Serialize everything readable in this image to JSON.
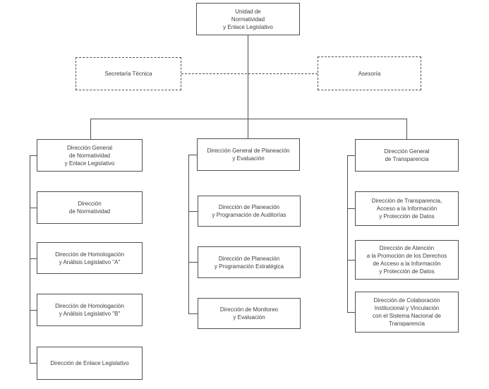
{
  "org": {
    "root": {
      "label": "Unidad de\nNormatividad\ny Enlace Legislativo"
    },
    "advisors": [
      {
        "label": "Secretaría Técnica"
      },
      {
        "label": "Asesoría"
      }
    ],
    "columns": [
      {
        "head": "Dirección General\nde Normatividad\ny Enlace Legislativo",
        "children": [
          "Dirección\nde Normatividad",
          "Dirección de Homologación\ny Análisis Legislativo \"A\"",
          "Dirección de Homologación\ny Análisis Legislativo \"B\"",
          "Dirección de Enlace Legislativo"
        ]
      },
      {
        "head": "Dirección General de Planeación\ny Evaluación",
        "children": [
          "Dirección de Planeación\ny Programación de Auditorías",
          "Dirección de Planeación\ny Programación Estratégica",
          "Dirección de Monitoreo\ny Evaluación"
        ]
      },
      {
        "head": "Dirección General\nde Transparencia",
        "children": [
          "Dirección de Transparencia,\nAcceso a la Información\ny Protección de Datos",
          "Dirección de Atención\na la Promoción de los Derechos\nde Acceso a la Información\ny Protección de Datos",
          "Dirección de Colaboración\nInstitucional y Vinculación\ncon el Sistema Nacional de\nTransparencia"
        ]
      }
    ]
  },
  "colors": {
    "line": "#4f4f55",
    "text": "#3c3c46",
    "background": "#ffffff"
  }
}
